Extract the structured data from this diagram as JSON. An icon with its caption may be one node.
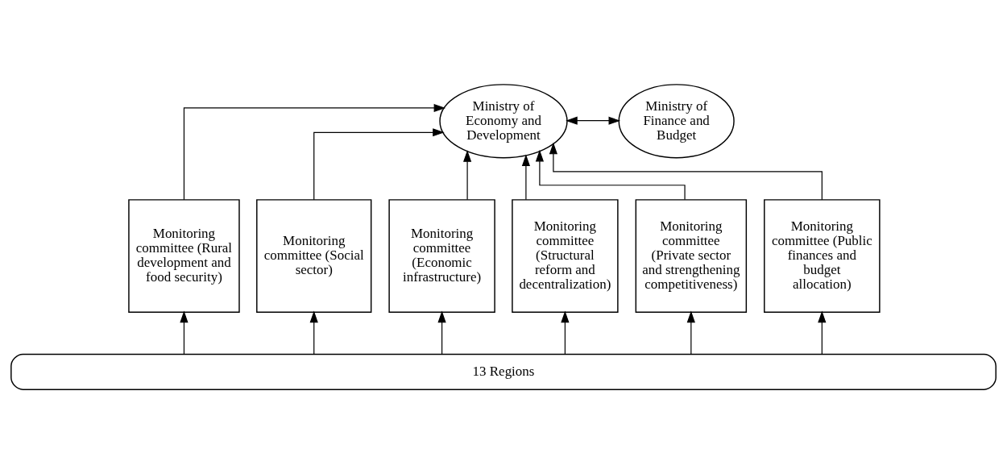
{
  "diagram": {
    "nodes": [
      {
        "text": [
          "Ministry of Economy and Development"
        ]
      },
      {
        "text": [
          "Ministry of Finance and Budget"
        ]
      },
      {
        "text": [
          "Monitoring committee (Rural development and food security)"
        ]
      },
      {
        "text": [
          "Monitoring committee (Social sector)"
        ]
      },
      {
        "text": [
          "Monitoring committee (Economic infrastructure)"
        ]
      },
      {
        "text": [
          "Monitoring committee (Structural reform and decentralization)"
        ]
      },
      {
        "text": [
          "Monitoring committee (Private sector and strengthening competitiveness)"
        ]
      },
      {
        "text": [
          "Monitoring committee (Public finances and budget allocation)"
        ]
      },
      {
        "text": [
          "13 Regions"
        ]
      }
    ],
    "edges": [
      {
        "from": 0,
        "to": 1,
        "arrow": "both"
      },
      {
        "from": 2,
        "to": 0,
        "arrow": "to"
      },
      {
        "from": 3,
        "to": 0,
        "arrow": "to"
      },
      {
        "from": 4,
        "to": 0,
        "arrow": "to"
      },
      {
        "from": 5,
        "to": 0,
        "arrow": "to"
      },
      {
        "from": 6,
        "to": 0,
        "arrow": "to"
      },
      {
        "from": 7,
        "to": 0,
        "arrow": "to"
      },
      {
        "from": 8,
        "to": 2,
        "arrow": "to"
      },
      {
        "from": 8,
        "to": 3,
        "arrow": "to"
      },
      {
        "from": 8,
        "to": 4,
        "arrow": "to"
      },
      {
        "from": 8,
        "to": 5,
        "arrow": "to"
      },
      {
        "from": 8,
        "to": 6,
        "arrow": "to"
      },
      {
        "from": 8,
        "to": 7,
        "arrow": "to"
      }
    ]
  }
}
